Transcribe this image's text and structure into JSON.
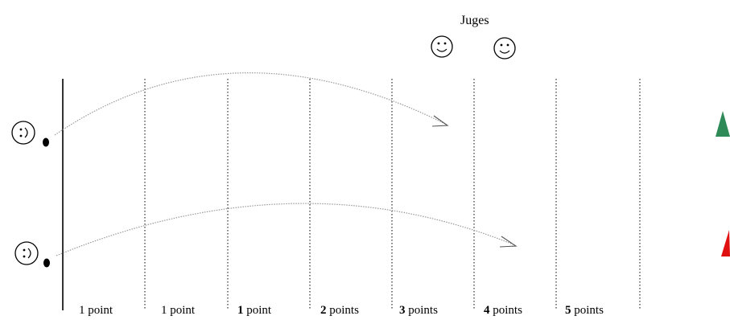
{
  "judges": {
    "title": "Juges",
    "count": 2
  },
  "zones": [
    {
      "number": "1",
      "unit": " point",
      "bold_number": false
    },
    {
      "number": "1",
      "unit": " point",
      "bold_number": false
    },
    {
      "number": "1",
      "unit": " point",
      "bold_number": true
    },
    {
      "number": "2",
      "unit": " points",
      "bold_number": true
    },
    {
      "number": "3",
      "unit": " points",
      "bold_number": true
    },
    {
      "number": "4",
      "unit": " points",
      "bold_number": true
    },
    {
      "number": "5",
      "unit": " points",
      "bold_number": true
    }
  ],
  "throwers": [
    {
      "icon": "smiley-face-icon",
      "ball_icon": "ball-icon"
    },
    {
      "icon": "smiley-face-icon",
      "ball_icon": "ball-icon"
    }
  ],
  "markers": [
    {
      "icon": "triangle-cone-icon",
      "color": "#2e8b57"
    },
    {
      "icon": "triangle-cone-icon",
      "color": "#e01010"
    }
  ],
  "colors": {
    "line": "#000000",
    "trajectory": "#9a9a9a"
  }
}
